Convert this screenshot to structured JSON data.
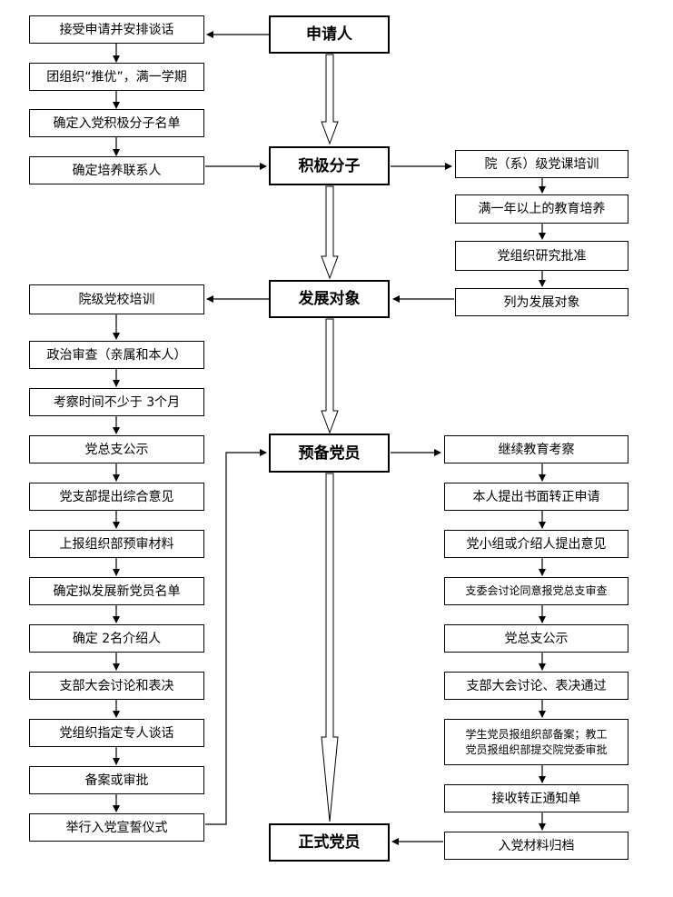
{
  "stages": {
    "applicant": "申请人",
    "activist": "积极分子",
    "development_target": "发展对象",
    "probationary_member": "预备党员",
    "full_member": "正式党员"
  },
  "left_top": {
    "interview": "接受申请并安排谈话",
    "recommend": "团组织“推优”，满一学期",
    "confirm_list": "确定入党积极分子名单",
    "contact_person": "确定培养联系人"
  },
  "right_top": {
    "dept_training": "院（系）级党课培训",
    "education_year": "满一年以上的教育培养",
    "approval": "党组织研究批准",
    "list_as_target": "列为发展对象"
  },
  "left_bottom": {
    "college_training": "院级党校培训",
    "political_review": "政治审查（亲属和本人）",
    "inspection_period": "考察时间不少于 3个月",
    "branch_publicity": "党总支公示",
    "branch_opinion": "党支部提出综合意见",
    "pre_review": "上报组织部预审材料",
    "confirm_new_list": "确定拟发展新党员名单",
    "two_introducers": "确定 2名介绍人",
    "assembly_vote": "支部大会讨论和表决",
    "special_talk": "党组织指定专人谈话",
    "filing": "备案或审批",
    "oath": "举行入党宣誓仪式"
  },
  "right_bottom": {
    "continue_education": "继续教育考察",
    "written_application": "本人提出书面转正申请",
    "group_opinion": "党小组或介绍人提出意见",
    "committee_discussion": "支委会讨论同意报党总支审查",
    "general_branch_publicity": "党总支公示",
    "assembly_pass": "支部大会讨论、表决通过",
    "report_line1": "学生党员报组织部备案；教工",
    "report_line2": "党员报组织部提交院党委审批",
    "receive_notice": "接收转正通知单",
    "archive": "入党材料归档"
  }
}
